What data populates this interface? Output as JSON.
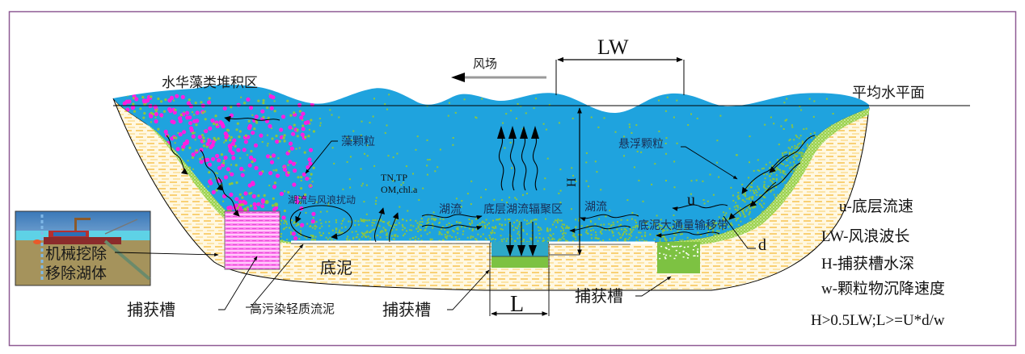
{
  "title": "Lake sediment capture trench schematic",
  "labels": {
    "bloom_zone": "水华藻类堆积区",
    "wind_field": "风场",
    "wave_length": "LW",
    "mean_water_level": "平均水平面",
    "algae_particles": "藻颗粒",
    "lake_current_wave": "湖流与风浪扰动",
    "nutrients_line1": "TN,TP",
    "nutrients_line2": "OM,chl.a",
    "lake_current_left": "湖流",
    "bottom_convergence": "底层湖流辐聚区",
    "lake_current_right": "湖流",
    "suspended_particles": "悬浮颗粒",
    "bottom_velocity_symbol": "u",
    "sediment_transport": "底泥大通量输移带",
    "depth_symbol": "H",
    "particle_size_symbol": "d",
    "sediment": "底泥",
    "trench_length_symbol": "L",
    "trap_left": "捕获槽",
    "trap_center": "捕获槽",
    "trap_right": "捕获槽",
    "polluted_mud": "高污染轻质流泥",
    "dredging_line1": "机械挖除",
    "dredging_line2": "移除湖体"
  },
  "legend": [
    "u-底层流速",
    "LW-风浪波长",
    "H-捕获槽水深",
    "w-颗粒物沉降速度"
  ],
  "formula": "H>0.5LW;L>=U*d/w",
  "colors": {
    "water": "#1fa3de",
    "algae": "#ff1fe0",
    "particles": "#8cc63f",
    "sediment": "#fff3d0",
    "sediment_dash": "#f5b52a",
    "trap_fill": "#7dc242",
    "frame": "#8e5a94"
  }
}
